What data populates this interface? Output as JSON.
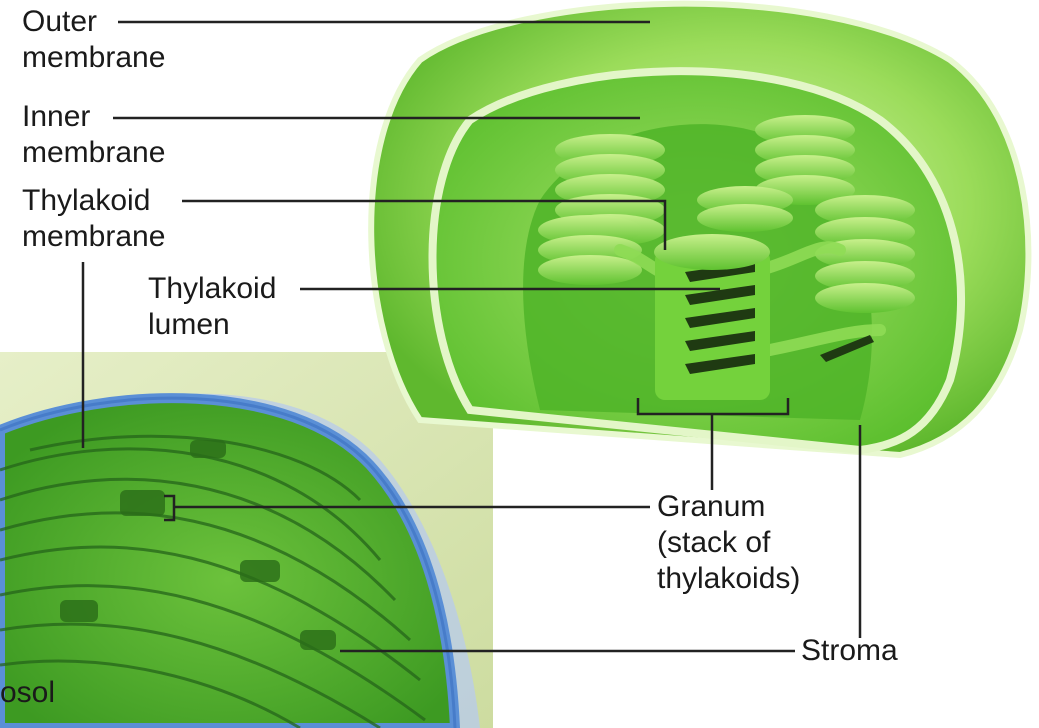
{
  "labels": {
    "outer_membrane": [
      "Outer",
      "membrane"
    ],
    "inner_membrane": [
      "Inner",
      "membrane"
    ],
    "thylakoid_membrane": [
      "Thylakoid",
      "membrane"
    ],
    "thylakoid_lumen": [
      "Thylakoid",
      "lumen"
    ],
    "granum": [
      "Granum",
      "(stack of",
      "thylakoids)"
    ],
    "stroma": "Stroma",
    "cytosol": "osol"
  },
  "colors": {
    "chloroplast_light": "#bfe88f",
    "chloroplast_mid": "#6fcf3a",
    "chloroplast_dark": "#2f8f1a",
    "lumen_dark": "#1f3a12",
    "micrograph_bg": "#d9e6b4",
    "micrograph_green": "#4cae2a",
    "cytosol_blue": "#6b9ad6",
    "leader_line": "#222222"
  }
}
